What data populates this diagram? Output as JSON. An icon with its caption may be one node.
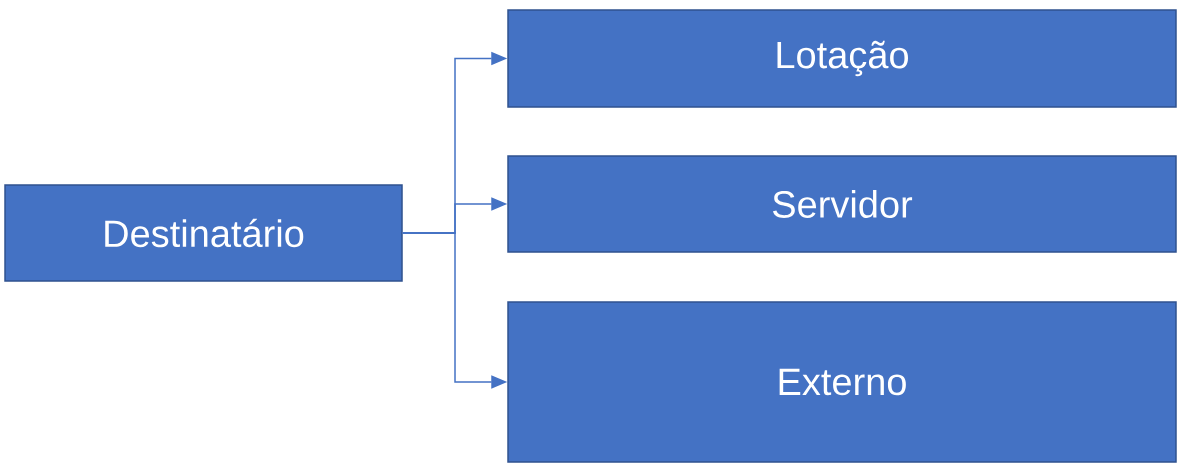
{
  "diagram": {
    "nodes": [
      {
        "text": [
          "Destinatário"
        ]
      },
      {
        "text": [
          "Lotação"
        ]
      },
      {
        "text": [
          "Servidor"
        ]
      },
      {
        "text": [
          "Externo"
        ]
      }
    ],
    "edges": [
      {
        "from": 0,
        "to": 1,
        "arrow": "to"
      },
      {
        "from": 0,
        "to": 2,
        "arrow": "to"
      },
      {
        "from": 0,
        "to": 3,
        "arrow": "to"
      }
    ]
  }
}
